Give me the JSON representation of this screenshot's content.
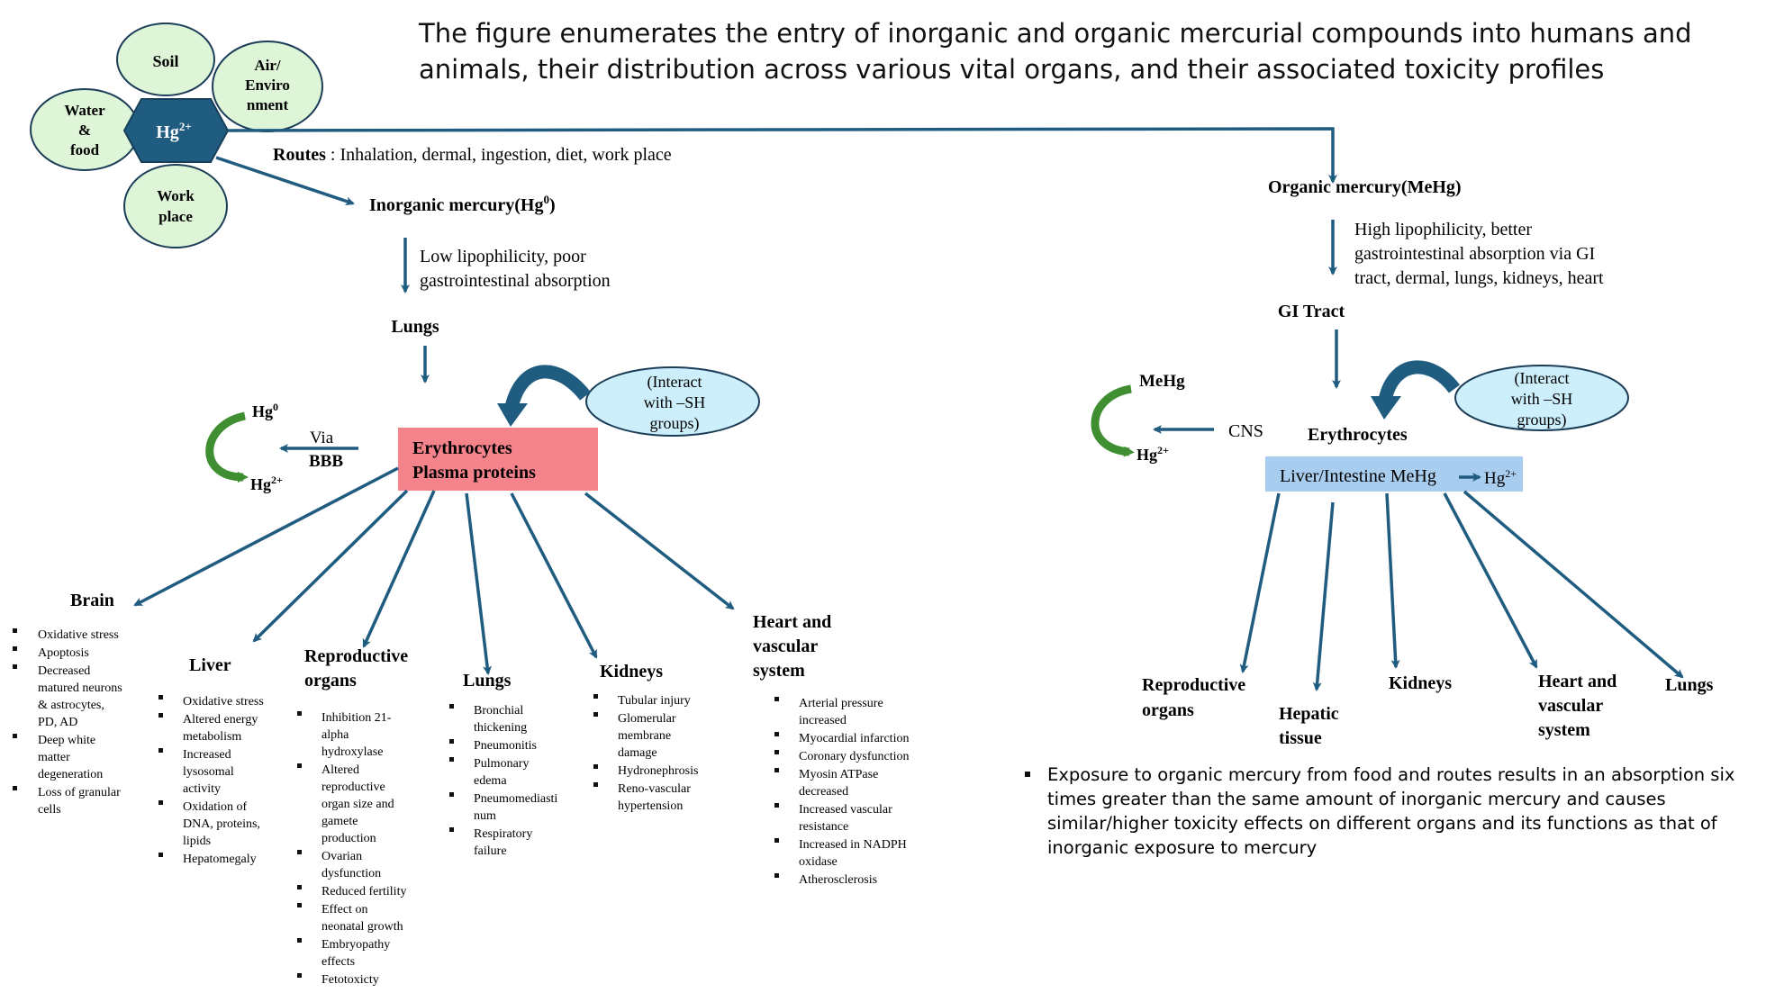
{
  "caption": {
    "line1": "The figure enumerates the entry of inorganic and organic mercurial compounds into humans and",
    "line2": "animals, their distribution across various vital organs, and their associated toxicity profiles"
  },
  "sources": {
    "center": "Hg",
    "center_sup": "2+",
    "soil": "Soil",
    "air": [
      "Air/",
      "Enviro",
      "nment"
    ],
    "water": [
      "Water",
      "&",
      "food"
    ],
    "work": [
      "Work",
      "place"
    ]
  },
  "routes": {
    "label": "Routes",
    "text": " : Inhalation, dermal, ingestion, diet, work place"
  },
  "inorganic": {
    "title": "Inorganic mercury(Hg",
    "title_sup": "0",
    "title_end": ")",
    "absorption": [
      "Low lipophilicity, poor",
      "gastrointestinal absorption"
    ],
    "lungs": "Lungs",
    "blood": [
      "Erythrocytes",
      "Plasma proteins"
    ],
    "interact": [
      "(Interact",
      "with –SH",
      "groups)"
    ],
    "hg0": "Hg",
    "hg0_sup": "0",
    "hg2": "Hg",
    "hg2_sup": "2+",
    "via": "Via",
    "bbb": "BBB",
    "organs": {
      "brain": {
        "title": "Brain",
        "items": [
          [
            "Oxidative stress"
          ],
          [
            "Apoptosis"
          ],
          [
            "Decreased",
            "matured neurons",
            "& astrocytes,",
            "PD, AD"
          ],
          [
            "Deep white",
            "matter",
            "degeneration"
          ],
          [
            "Loss of granular",
            "cells"
          ]
        ]
      },
      "liver": {
        "title": "Liver",
        "items": [
          [
            "Oxidative stress"
          ],
          [
            "Altered energy",
            "metabolism"
          ],
          [
            "Increased",
            "lysosomal",
            "activity"
          ],
          [
            "Oxidation of",
            "DNA, proteins,",
            "lipids"
          ],
          [
            "Hepatomegaly"
          ]
        ]
      },
      "reproductive": {
        "title": [
          "Reproductive",
          "organs"
        ],
        "items": [
          [
            "Inhibition 21-",
            "alpha",
            "hydroxylase"
          ],
          [
            "Altered",
            "reproductive",
            "organ size and",
            "gamete",
            "production"
          ],
          [
            "Ovarian",
            "dysfunction"
          ],
          [
            "Reduced fertility"
          ],
          [
            "Effect on",
            "neonatal growth"
          ],
          [
            "Embryopathy",
            "effects"
          ],
          [
            "Fetotoxicty"
          ]
        ]
      },
      "lungs": {
        "title": "Lungs",
        "items": [
          [
            "Bronchial",
            "thickening"
          ],
          [
            "Pneumonitis"
          ],
          [
            "Pulmonary",
            "edema"
          ],
          [
            "Pneumomediasti",
            "num"
          ],
          [
            "Respiratory",
            "failure"
          ]
        ]
      },
      "kidneys": {
        "title": "Kidneys",
        "items": [
          [
            "Tubular injury"
          ],
          [
            "Glomerular",
            "membrane",
            "damage"
          ],
          [
            "Hydronephrosis"
          ],
          [
            "Reno-vascular",
            "hypertension"
          ]
        ]
      },
      "heart": {
        "title": [
          "Heart and",
          "vascular",
          "system"
        ],
        "items": [
          [
            "Arterial pressure",
            "increased"
          ],
          [
            "Myocardial infarction"
          ],
          [
            "Coronary dysfunction"
          ],
          [
            "Myosin ATPase",
            "decreased"
          ],
          [
            "Increased vascular",
            "resistance"
          ],
          [
            "Increased in NADPH",
            "oxidase"
          ],
          [
            "Atherosclerosis"
          ]
        ]
      }
    }
  },
  "organic": {
    "title": "Organic mercury(MeHg)",
    "absorption": [
      "High lipophilicity, better",
      "gastrointestinal absorption via GI",
      "tract, dermal, lungs, kidneys, heart"
    ],
    "gi": "GI Tract",
    "interact": [
      "(Interact",
      "with –SH",
      "groups)"
    ],
    "mehg": "MeHg",
    "hg2": "Hg",
    "hg2_sup": "2+",
    "cns": "CNS",
    "erythrocytes": "Erythrocytes",
    "liver_box": "Liver/Intestine MeHg",
    "liver_box_hg": "Hg",
    "liver_box_sup": "2+",
    "targets": {
      "reproductive": [
        "Reproductive",
        "organs"
      ],
      "hepatic": [
        "Hepatic",
        "tissue"
      ],
      "kidneys": "Kidneys",
      "heart": [
        "Heart and",
        "vascular",
        "system"
      ],
      "lungs": "Lungs"
    },
    "note": [
      "Exposure to organic mercury from food and routes  results in an absorption six",
      "times greater than the same amount of inorganic mercury and causes",
      "similar/higher toxicity effects on different organs and its functions as that of",
      "inorganic exposure to mercury"
    ]
  },
  "colors": {
    "arrow": "#1f5c80",
    "hexagon": "#1f5c80",
    "source_fill": "#def5d8",
    "blood_box": "#f4838c",
    "ellipse": "#cdeefb",
    "liver_box": "#a9cdee",
    "green_arrow": "#3f8f32"
  }
}
